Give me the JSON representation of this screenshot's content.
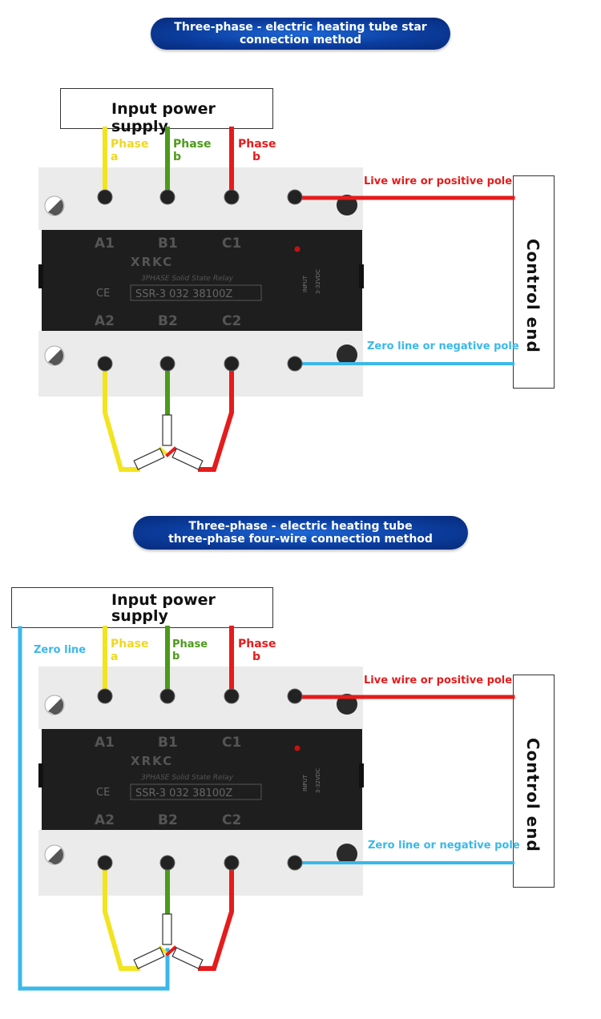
{
  "diagrams": [
    {
      "title_line1": "Three-phase - electric heating tube star",
      "title_line2": "connection method",
      "input_box": "Input power supply",
      "phase_a": [
        "Phase",
        "a"
      ],
      "phase_b": [
        "Phase",
        "b"
      ],
      "phase_c": [
        "Phase",
        "b"
      ],
      "live_label": "Live wire or positive pole",
      "zero_label": "Zero line or negative pole",
      "control_end": "Control end",
      "relay": {
        "brand": "XRKC",
        "desc": "3PHASE Solid State Relay",
        "model": "SSR-3 032 38100Z",
        "ce": "CE",
        "input_label": "INPUT",
        "input_range": "3-32VDC",
        "terminals_top": [
          "A1",
          "B1",
          "C1"
        ],
        "terminals_bottom": [
          "A2",
          "B2",
          "C2"
        ]
      }
    },
    {
      "title_line1": "Three-phase - electric heating tube",
      "title_line2": "three-phase four-wire connection method",
      "input_box_line1": "Input power",
      "input_box_line2": "supply",
      "zero_line": "Zero line",
      "phase_a": [
        "Phase",
        "a"
      ],
      "phase_b": [
        "Phase",
        "b"
      ],
      "phase_c": [
        "Phase",
        "b"
      ],
      "live_label": "Live wire or positive pole",
      "zero_label": "Zero line or negative pole",
      "control_end": "Control end",
      "relay": {
        "brand": "XRKC",
        "desc": "3PHASE Solid State Relay",
        "model": "SSR-3 032 38100Z",
        "ce": "CE",
        "input_label": "INPUT",
        "input_range": "3-32VDC",
        "terminals_top": [
          "A1",
          "B1",
          "C1"
        ],
        "terminals_bottom": [
          "A2",
          "B2",
          "C2"
        ]
      }
    }
  ],
  "colors": {
    "yellow": "#f2e41f",
    "green": "#4c9a1a",
    "red": "#e61b1b",
    "blue": "#3ab8ea",
    "pill_blue": "#0b3d9e"
  }
}
